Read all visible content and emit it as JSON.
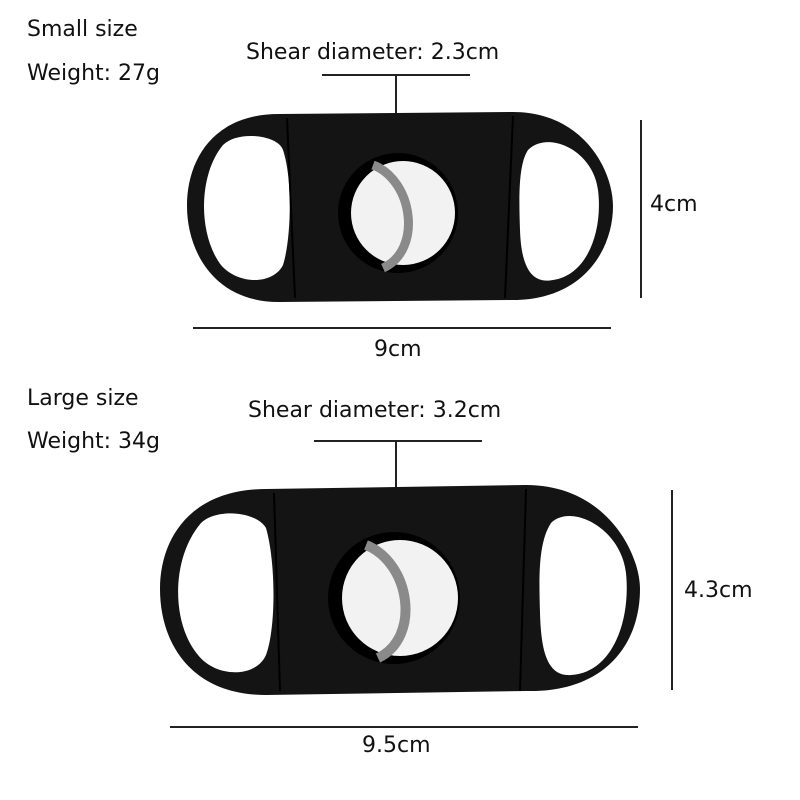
{
  "small": {
    "label": "Small size",
    "weight": "Weight: 27g",
    "shear": "Shear diameter: 2.3cm",
    "height": "4cm",
    "width": "9cm"
  },
  "large": {
    "label": "Large size",
    "weight": "Weight: 34g",
    "shear": "Shear diameter: 3.2cm",
    "height": "4.3cm",
    "width": "9.5cm"
  },
  "colors": {
    "body": "#141414",
    "blade": "#f2f2f2",
    "blade_edge": "#8a8a8a",
    "line": "#222222"
  }
}
